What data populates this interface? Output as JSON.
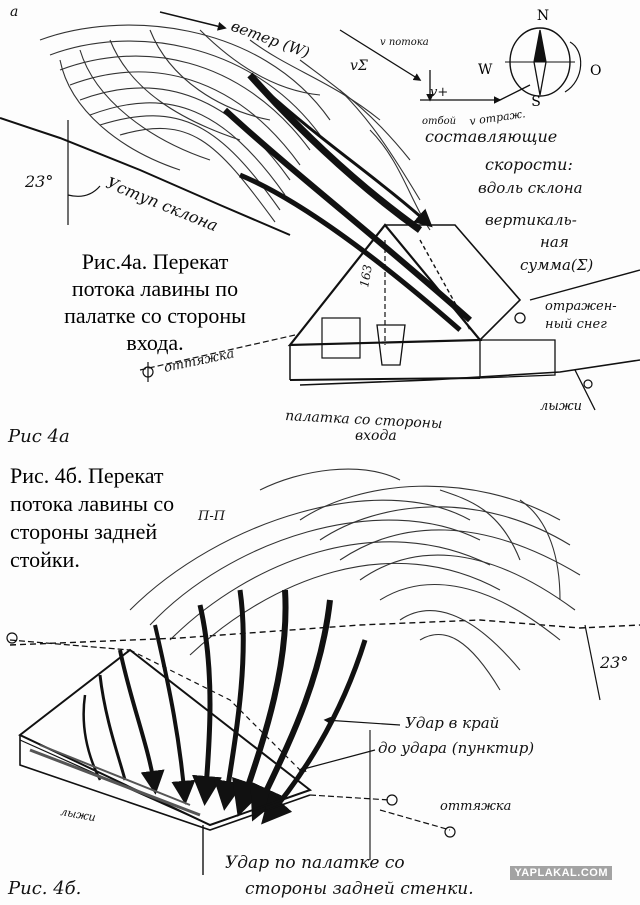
{
  "figure_a": {
    "corner_mark": "а",
    "caption_lines": [
      "Рис.4а. Перекат",
      "потока лавины по",
      "палатке со стороны",
      "входа."
    ],
    "hand_caption": "Рис 4а",
    "labels": {
      "wind": "ветер (W)",
      "v_flow": "v потока",
      "v_sum": "vΣ",
      "v_plus": "v+",
      "v_reflected": "v отраж.",
      "reflected_prefix": "отбой",
      "components_line1": "составляющие",
      "components_line2": "скорости:",
      "along_slope": "вдоль склона",
      "vertical_line1": "вертикаль-",
      "vertical_line2": "ная",
      "sum": "сумма(Σ)",
      "reflected_snow_line1": "отражен-",
      "reflected_snow_line2": "ный снег",
      "ledge": "Уступ склона",
      "angle": "23°",
      "guy_rope": "оттяжка",
      "tent_entrance_line1": "палатка со стороны",
      "tent_entrance_line2": "входа",
      "skis": "лыжи",
      "height_mark": "163"
    },
    "compass": {
      "north": "N",
      "south": "S",
      "west": "W",
      "east": "O"
    }
  },
  "figure_b": {
    "caption_lines": [
      "Рис. 4б. Перекат",
      "потока лавины со",
      "стороны задней",
      "стойки."
    ],
    "hand_caption": "Рис. 4б.",
    "labels": {
      "peak_mark": "П-П",
      "angle": "23°",
      "impact_edge": "Удар в край",
      "before_impact": "до удара (пунктир)",
      "guy_rope": "оттяжка",
      "skis": "лыжи",
      "impact_back_line1": "Удар по палатке со",
      "impact_back_line2": "стороны задней стенки."
    }
  },
  "watermark": "YAPLAKAL.COM"
}
